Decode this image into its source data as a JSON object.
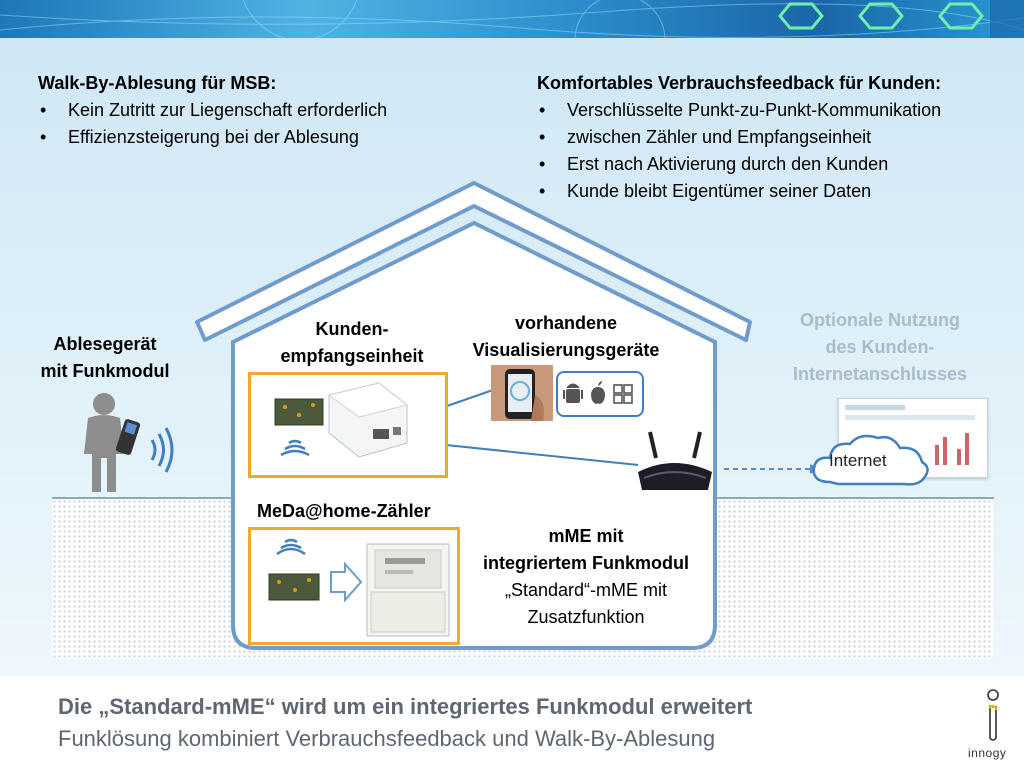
{
  "msb": {
    "heading": "Walk-By-Ablesung für MSB:",
    "bullets": [
      "Kein Zutritt zur Liegenschaft erforderlich",
      "Effizienzsteigerung bei der Ablesung"
    ]
  },
  "customer": {
    "heading": "Komfortables Verbrauchsfeedback für Kunden:",
    "bullets": [
      "Verschlüsselte Punkt-zu-Punkt-Kommunikation",
      "zwischen Zähler und Empfangseinheit",
      "Erst nach Aktivierung  durch den Kunden",
      "Kunde bleibt Eigentümer seiner Daten"
    ]
  },
  "labels": {
    "reader_line1": "Ablesegerät",
    "reader_line2": "mit Funkmodul",
    "receiver_line1": "Kunden-",
    "receiver_line2": "empfangseinheit",
    "devices_line1": "vorhandene",
    "devices_line2": "Visualisierungsgeräte",
    "optional_line1": "Optionale Nutzung",
    "optional_line2": "des Kunden-",
    "optional_line3": "Internetanschlusses",
    "internet": "Internet",
    "meter_title": "MeDa@home-Zähler",
    "mme_line1": "mME mit",
    "mme_line2": "integriertem Funkmodul",
    "mme_line3": "„Standard“-mME mit",
    "mme_line4": "Zusatzfunktion"
  },
  "footer": {
    "title": "Die „Standard-mME“ wird um ein integriertes Funkmodul erweitert",
    "subtitle": "Funklösung kombiniert Verbrauchsfeedback und Walk-By-Ablesung",
    "brand": "innogy"
  },
  "icons": {
    "person": "person-with-handheld-icon",
    "radio": "radio-waves-icon",
    "router": "wifi-router-icon",
    "cloud": "cloud-icon",
    "android": "android-icon",
    "apple": "apple-icon",
    "windows": "windows-icon"
  },
  "colors": {
    "frame_orange": "#f0a92a",
    "house_blue": "#6f9ccb",
    "link_blue": "#3f7fc0",
    "footer_gray": "#5e6670",
    "optional_gray": "#a9bccb"
  }
}
